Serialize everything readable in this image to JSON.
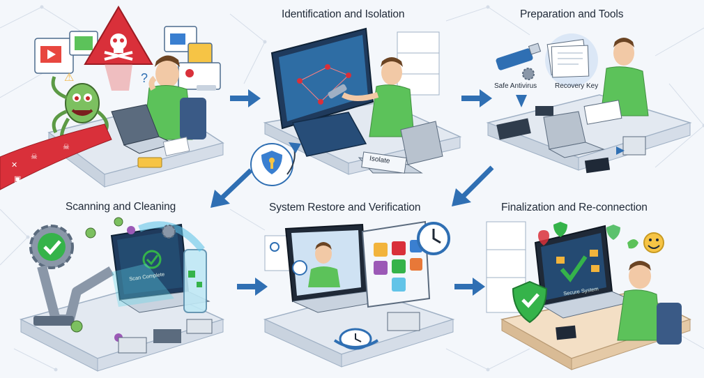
{
  "steps": [
    {
      "id": "infection",
      "title": ""
    },
    {
      "id": "identification",
      "title": "Identification and Isolation"
    },
    {
      "id": "preparation",
      "title": "Preparation and Tools"
    },
    {
      "id": "scanning",
      "title": "Scanning and Cleaning"
    },
    {
      "id": "restore",
      "title": "System Restore and Verification"
    },
    {
      "id": "finalization",
      "title": "Finalization and Re-connection"
    }
  ],
  "labels": {
    "isolate": "Isolate",
    "safe_antivirus": "Safe Antivirus",
    "recovery_key": "Recovery Key",
    "scan_complete": "Scan Complete",
    "secure_system": "Secure System"
  },
  "colors": {
    "accent_blue": "#2f6fb3",
    "shirt_green": "#5cc25a",
    "danger_red": "#d9303a",
    "check_green": "#35b34a",
    "desk": "#e3e9f1"
  },
  "icons": [
    "warning-skull-icon",
    "virus-monster-icon",
    "shield-key-icon",
    "usb-drive-icon",
    "documents-icon",
    "gear-icon",
    "check-icon",
    "bug-icon",
    "clock-restore-icon",
    "heart-icon",
    "smiley-icon",
    "lock-shield-icon"
  ]
}
